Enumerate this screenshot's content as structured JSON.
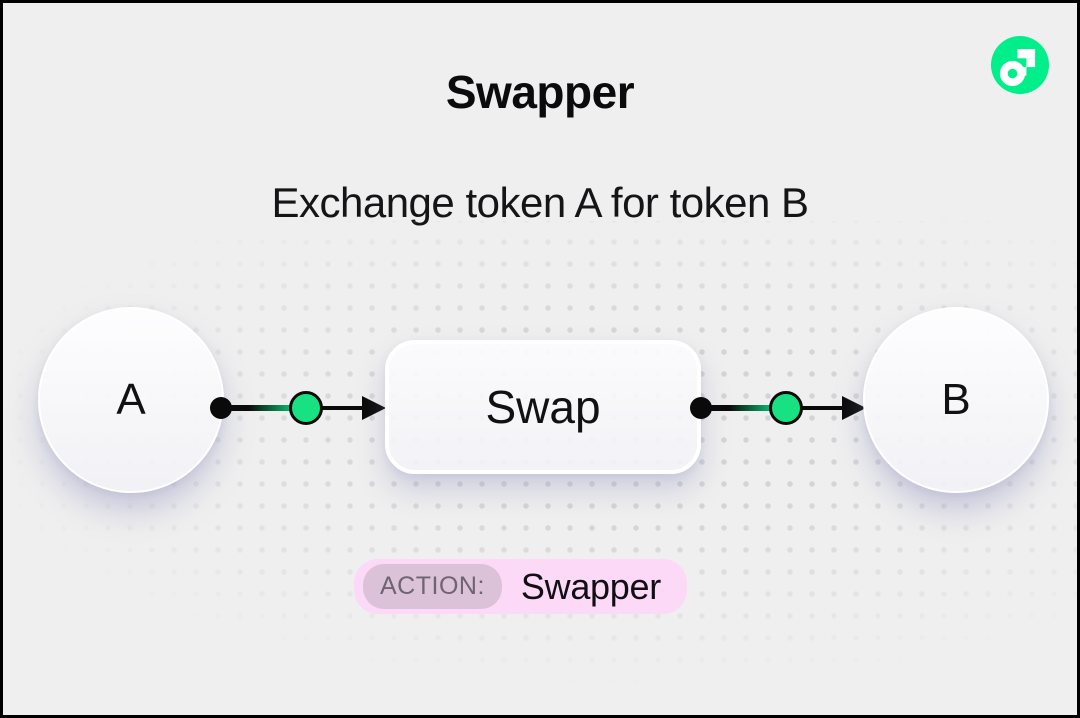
{
  "header": {
    "title": "Swapper",
    "subtitle": "Exchange token A for token B"
  },
  "logo": {
    "name": "flow-logo"
  },
  "diagram": {
    "node_a": "A",
    "node_swap": "Swap",
    "node_b": "B",
    "flow": [
      "A",
      "Swap",
      "B"
    ]
  },
  "action_badge": {
    "label": "ACTION:",
    "value": "Swapper"
  },
  "colors": {
    "background": "#EFEFEF",
    "frame_border": "#000000",
    "flow_green": "#00EF8B",
    "connector_green": "#18E182",
    "connector_black": "#0A0A0A",
    "badge_bg": "#FBD9F7",
    "badge_label_bg": "#DBC2D8",
    "badge_label_text": "#6F6472",
    "text": "#0C0C0E"
  }
}
